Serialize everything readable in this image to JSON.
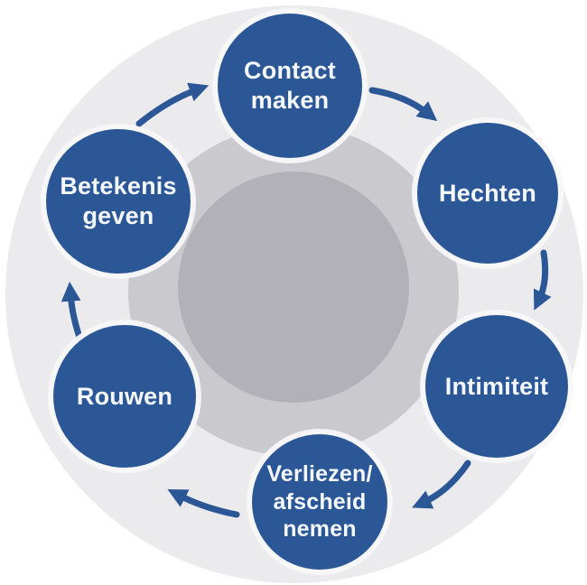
{
  "diagram": {
    "type": "cycle",
    "direction": "clockwise",
    "language": "nl"
  },
  "colors": {
    "node_blue": "#2B5797",
    "arrow_blue": "#2B5797",
    "outer_gray": "#EBEBED",
    "ring_gray": "#C9C9CE",
    "inner_gray": "#B1B1B7",
    "label_text": "#F4F7FB",
    "background": "#FFFFFF"
  },
  "cycle": {
    "steps": [
      {
        "id": "contact-maken",
        "label": "Contact maken",
        "lines": [
          "Contact",
          "maken"
        ]
      },
      {
        "id": "hechten",
        "label": "Hechten",
        "lines": [
          "Hechten"
        ]
      },
      {
        "id": "intimiteit",
        "label": "Intimiteit",
        "lines": [
          "Intimiteit"
        ]
      },
      {
        "id": "verliezen-afscheid-nemen",
        "label": "Verliezen/afscheid nemen",
        "lines": [
          "Verliezen/",
          "afscheid",
          "nemen"
        ]
      },
      {
        "id": "rouwen",
        "label": "Rouwen",
        "lines": [
          "Rouwen"
        ]
      },
      {
        "id": "betekenis-geven",
        "label": "Betekenis geven",
        "lines": [
          "Betekenis",
          "geven"
        ]
      }
    ]
  }
}
